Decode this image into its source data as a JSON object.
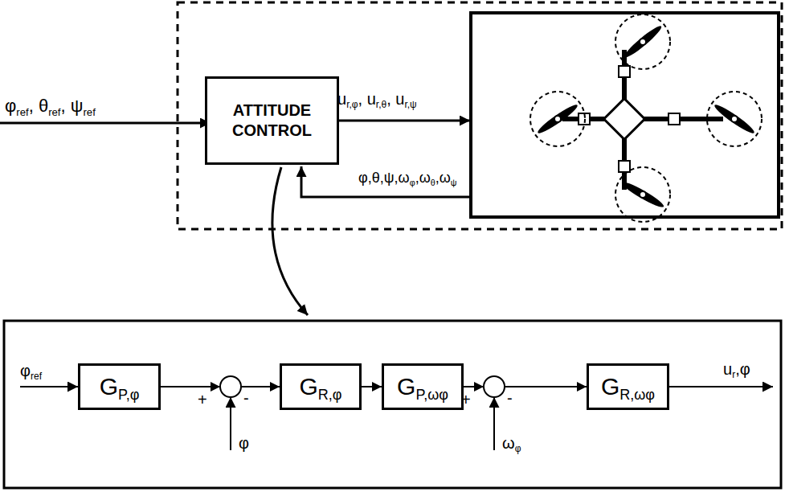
{
  "diagram": {
    "nodes": [
      {
        "text": [
          "ATTITUDE CONTROL"
        ]
      },
      {
        "text": [
          "GP,φ"
        ]
      },
      {
        "text": [
          "GR,φ"
        ]
      },
      {
        "text": [
          "GP,ωφ"
        ]
      },
      {
        "text": [
          "GR,ωφ"
        ]
      }
    ],
    "edges": [
      {
        "from": 1,
        "to": 2,
        "arrow": "to"
      },
      {
        "from": 2,
        "to": 3,
        "arrow": "to"
      },
      {
        "from": 3,
        "to": 4,
        "arrow": "to"
      }
    ],
    "labels": [
      "φref, θref, ψref",
      "ur,φ, ur,θ, ur,ψ",
      "φ,θ,ψ,ωφ,ωθ,ωψ",
      "φref",
      "+",
      "-",
      "φ",
      "+",
      "-",
      "ωφ",
      "ur,φ"
    ]
  }
}
